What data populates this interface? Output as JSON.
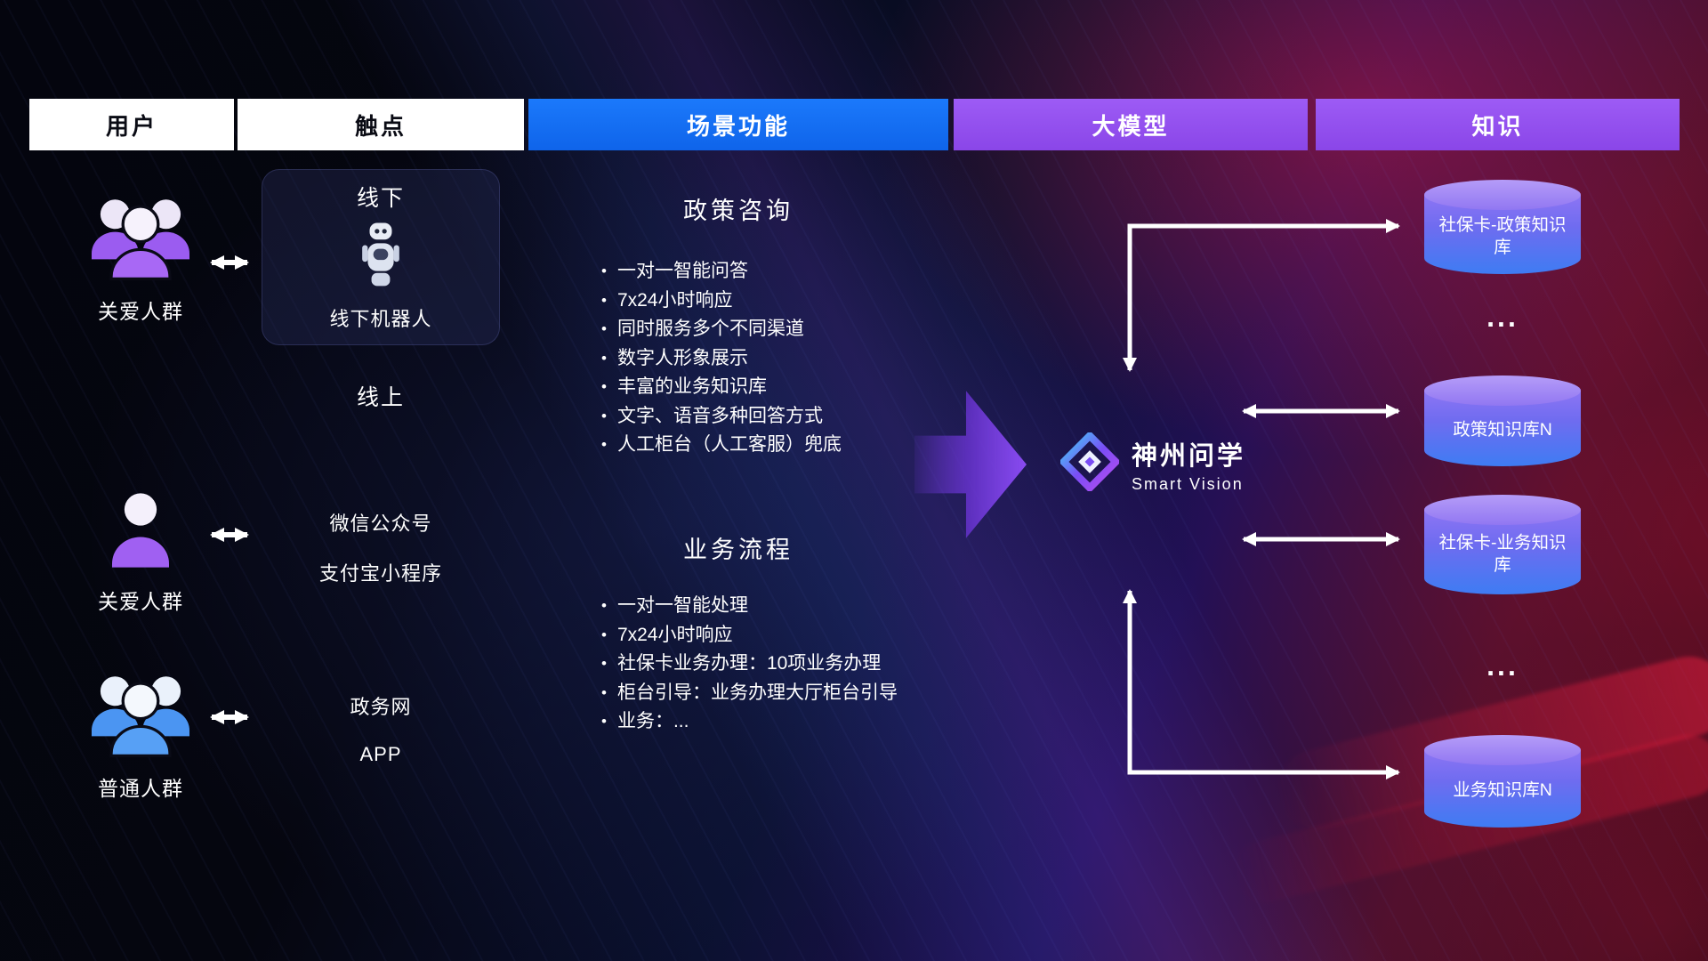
{
  "header": {
    "columns": [
      {
        "label": "用户"
      },
      {
        "label": "触点"
      },
      {
        "label": "场景功能"
      },
      {
        "label": "大模型"
      },
      {
        "label": "知识"
      }
    ]
  },
  "users": [
    {
      "label": "关爱人群"
    },
    {
      "label": "关爱人群"
    },
    {
      "label": "普通人群"
    }
  ],
  "touchpoints": {
    "offline_title": "线下",
    "offline_robot_label": "线下机器人",
    "online_title": "线上",
    "online_items": [
      "微信公众号",
      "支付宝小程序",
      "政务网",
      "APP"
    ]
  },
  "scenes": [
    {
      "title": "政策咨询",
      "items": [
        "一对一智能问答",
        "7x24小时响应",
        "同时服务多个不同渠道",
        "数字人形象展示",
        "丰富的业务知识库",
        "文字、语音多种回答方式",
        "人工柜台（人工客服）兜底"
      ]
    },
    {
      "title": "业务流程",
      "items": [
        "一对一智能处理",
        "7x24小时响应",
        "社保卡业务办理：10项业务办理",
        "柜台引导：业务办理大厅柜台引导",
        "业务：..."
      ]
    }
  ],
  "model": {
    "name": "神州问学",
    "subtitle": "Smart Vision"
  },
  "knowledge": {
    "databases": [
      {
        "label": "社保卡-政策知识库"
      },
      {
        "label": "政策知识库N"
      },
      {
        "label": "社保卡-业务知识库"
      },
      {
        "label": "业务知识库N"
      }
    ],
    "ellipsis": "..."
  },
  "colors": {
    "scene_header_blue": "#156ff5",
    "model_header_purple": "#9a55f2",
    "accent_purple": "#9b5cf0",
    "accent_blue": "#4b95f2",
    "db_top": "#a98ef7",
    "db_body": "#3e7cf3",
    "arrow": "#ffffff"
  }
}
